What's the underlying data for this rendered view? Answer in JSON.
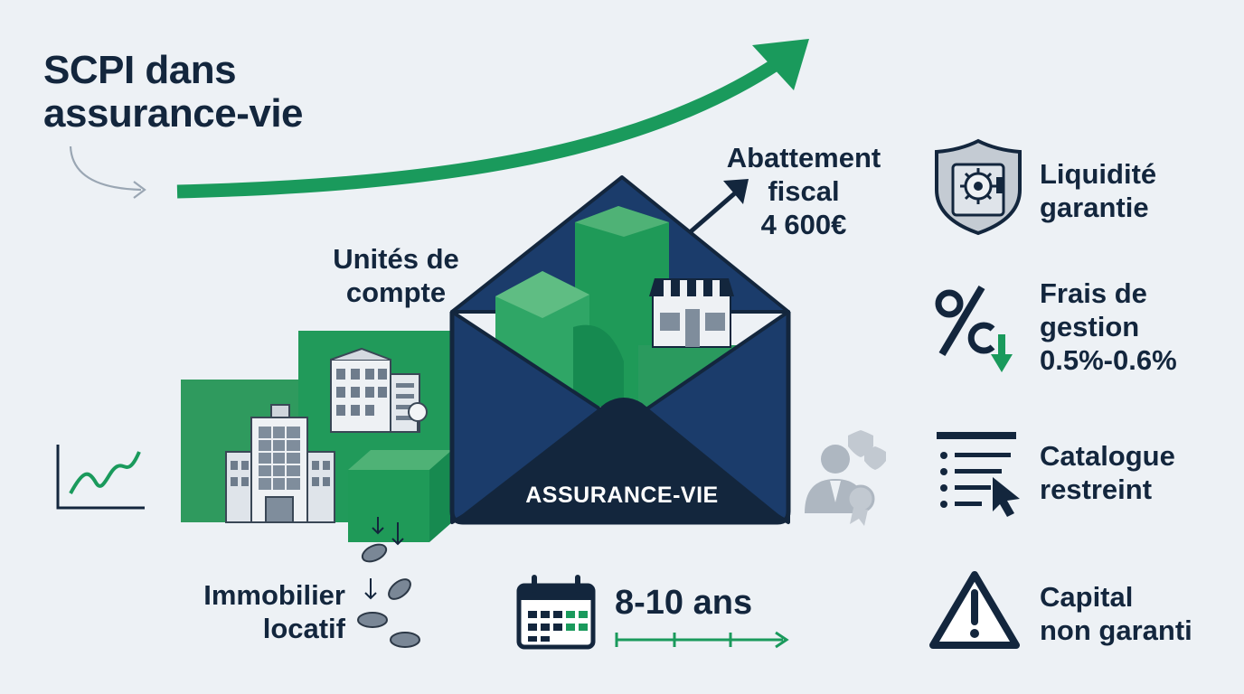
{
  "title_line1": "SCPI dans",
  "title_line2": "assurance-vie",
  "left": {
    "uc_line1": "Unités de",
    "uc_line2": "compte",
    "immo_line1": "Immobilier",
    "immo_line2": "locatif"
  },
  "envelope": {
    "label": "ASSURANCE-VIE"
  },
  "abattement": {
    "line1": "Abattement",
    "line2": "fiscal",
    "line3": "4 600€"
  },
  "duration": {
    "label": "8-10 ans"
  },
  "features": [
    {
      "icon": "shield-vault-icon",
      "line1": "Liquidité",
      "line2": "garantie",
      "line3": ""
    },
    {
      "icon": "percent-down-icon",
      "line1": "Frais de",
      "line2": "gestion",
      "line3": "0.5%-0.6%"
    },
    {
      "icon": "list-cursor-icon",
      "line1": "Catalogue",
      "line2": "restreint",
      "line3": ""
    },
    {
      "icon": "warning-icon",
      "line1": "Capital",
      "line2": "non garanti",
      "line3": ""
    }
  ],
  "colors": {
    "navy": "#13263d",
    "green": "#1a9a5c",
    "green_light": "#3aa068",
    "envelope_blue": "#1b3c6b",
    "background": "#edf1f5"
  }
}
